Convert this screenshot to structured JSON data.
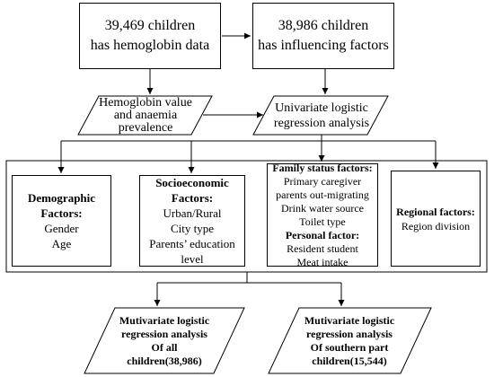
{
  "nodes": {
    "children_hb": {
      "line1": "39,469 children",
      "line2": "has hemoglobin data"
    },
    "children_if": {
      "line1": "38,986 children",
      "line2": "has influencing factors"
    },
    "hb_value": {
      "line1": "Hemoglobin value",
      "line2": "and anaemia",
      "line3": "prevalence"
    },
    "univariate": {
      "line1": "Univariate logistic",
      "line2": "regression analysis"
    },
    "demographic": {
      "heading1": "Demographic",
      "heading2": "Factors:",
      "items": [
        "Gender",
        "Age"
      ]
    },
    "socioeconomic": {
      "heading1": "Socioeconomic",
      "heading2": "Factors:",
      "items": [
        "Urban/Rural",
        "City type",
        "Parents’ education",
        "level"
      ]
    },
    "family": {
      "heading": "Family status factors:",
      "items": [
        "Primary caregiver",
        "parents out-migrating",
        "Drink water source",
        "Toilet type"
      ],
      "heading2": "Personal factor:",
      "items2": [
        "Resident student",
        "Meat intake"
      ]
    },
    "regional": {
      "heading": "Regional factors:",
      "items": [
        "Region division"
      ]
    },
    "multi_all": {
      "line1": "Mutivariate logistic",
      "line2": "regression analysis",
      "line3": "Of all",
      "line4": "children(38,986)"
    },
    "multi_south": {
      "line1": "Mutivariate logistic",
      "line2": "regression analysis",
      "line3": "Of southern part",
      "line4": "children(15,544)"
    }
  }
}
